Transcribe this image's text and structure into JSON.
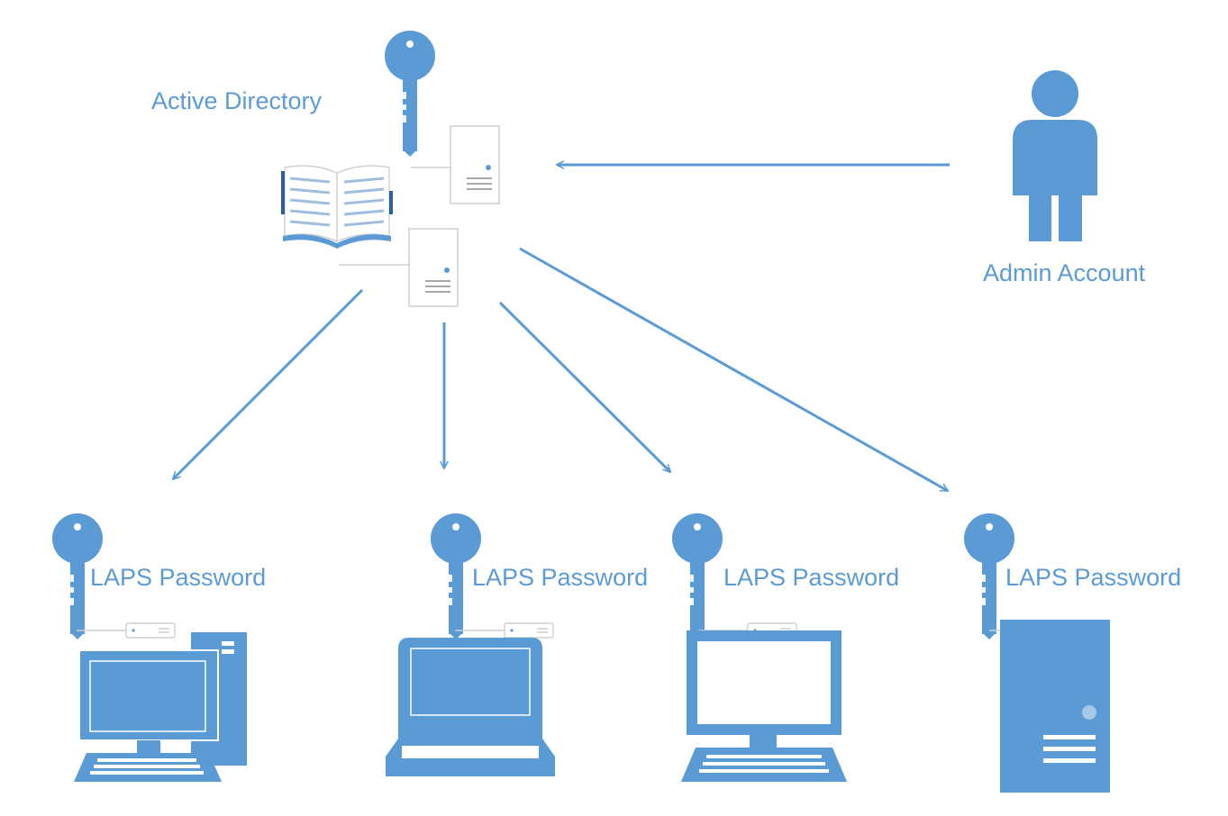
{
  "colors": {
    "primary": "#5b9bd5",
    "dark": "#2e5f95",
    "light_gray": "#d9d9d9",
    "background": "#ffffff"
  },
  "active_directory": {
    "label": "Active Directory",
    "icons": [
      "key-icon",
      "book-icon",
      "server-icon"
    ]
  },
  "admin": {
    "label": "Admin Account",
    "icon": "person-icon"
  },
  "clients": [
    {
      "label": "LAPS Password",
      "icon": "desktop-computer-icon"
    },
    {
      "label": "LAPS Password",
      "icon": "laptop-icon"
    },
    {
      "label": "LAPS Password",
      "icon": "monitor-keyboard-icon"
    },
    {
      "label": "LAPS Password",
      "icon": "tower-server-icon"
    }
  ]
}
